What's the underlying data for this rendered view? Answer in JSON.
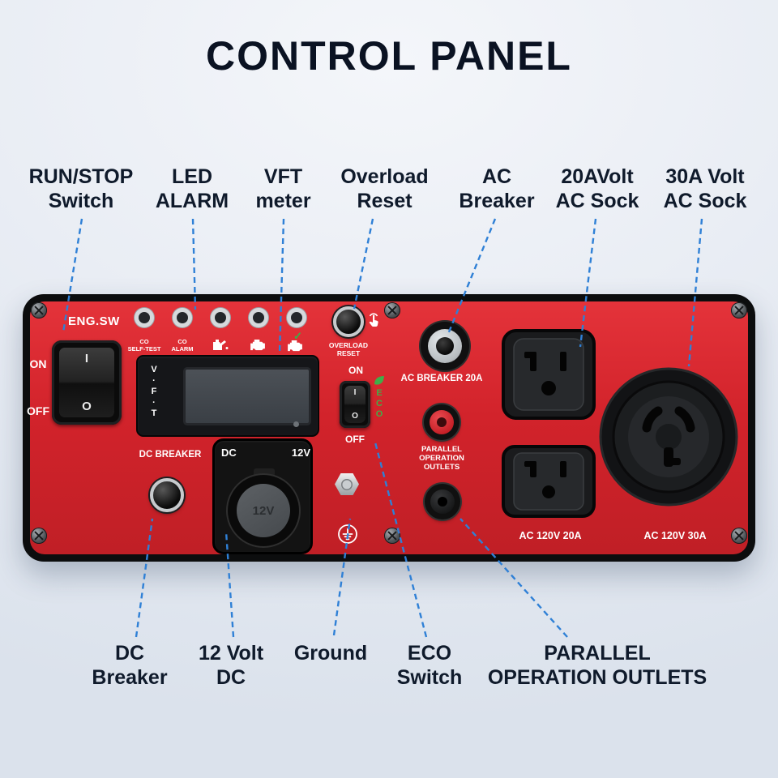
{
  "title": "CONTROL PANEL",
  "colors": {
    "panel_red": "#d2232b",
    "leader_blue": "#2f80d6",
    "label_dark": "#0f1a2b",
    "eco_green": "#3fae49"
  },
  "icons": {
    "check": "✓"
  },
  "top_labels": [
    "RUN/STOP\nSwitch",
    "LED\nALARM",
    "VFT\nmeter",
    "Overload\nReset",
    "AC\nBreaker",
    "20AVolt\nAC Sock",
    "30A Volt\nAC Sock"
  ],
  "bottom_labels": [
    "DC\nBreaker",
    "12 Volt\nDC",
    "Ground",
    "ECO\nSwitch",
    "PARALLEL\nOPERATION OUTLETS"
  ],
  "panel": {
    "eng_sw": "ENG.SW",
    "on": "ON",
    "off": "OFF",
    "rocker_i": "I",
    "rocker_o": "O",
    "led_caption_1": "CO\nSELF-TEST",
    "led_caption_2": "CO\nALARM",
    "vft": "V\n·\nF\n·\nT",
    "overload_reset": "OVERLOAD\nRESET",
    "eco_on": "ON",
    "eco_off": "OFF",
    "eco": "E\nC\nO",
    "eco_i": "I",
    "eco_o": "O",
    "ac_breaker": "AC BREAKER 20A",
    "parallel": "PARALLEL\nOPERATION\nOUTLETS",
    "dc_breaker": "DC BREAKER",
    "dc": "DC",
    "twelve_v": "12V",
    "socket_label": "12V",
    "ac_120_20": "AC 120V 20A",
    "ac_120_30": "AC 120V 30A"
  }
}
